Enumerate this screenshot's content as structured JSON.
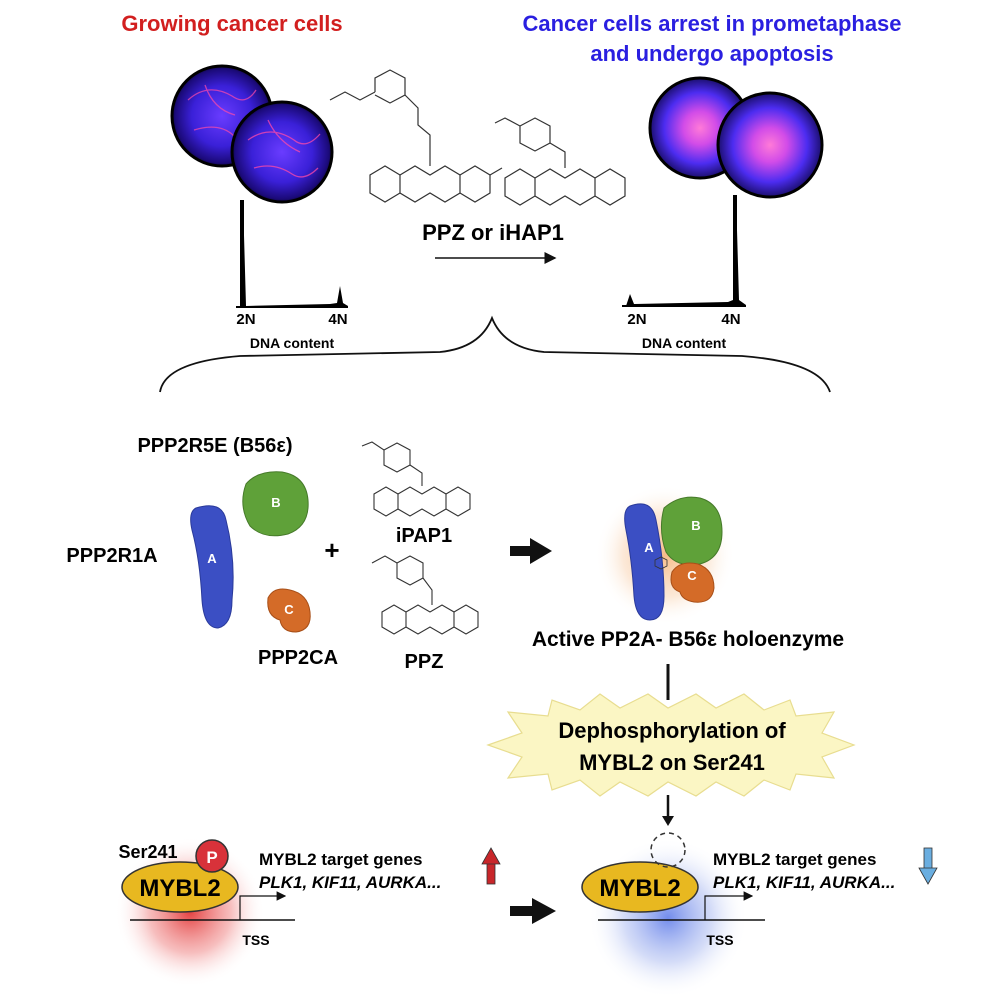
{
  "header": {
    "left_title": "Growing cancer cells",
    "right_title_line1": "Cancer cells arrest in prometaphase",
    "right_title_line2": "and undergo apoptosis"
  },
  "treatment": {
    "label": "PPZ or iHAP1"
  },
  "histograms": {
    "left": {
      "tick_2n": "2N",
      "tick_4n": "4N",
      "xlabel": "DNA content"
    },
    "right": {
      "tick_2n": "2N",
      "tick_4n": "4N",
      "xlabel": "DNA content"
    }
  },
  "complex": {
    "subunit_b_name": "PPP2R5E (B56ε)",
    "subunit_a_name": "PPP2R1A",
    "subunit_c_name": "PPP2CA",
    "letter_a": "A",
    "letter_b": "B",
    "letter_c": "C",
    "plus": "+",
    "compound_1": "iPAP1",
    "compound_2": "PPZ",
    "result": "Active PP2A- B56ε holoenzyme"
  },
  "burst": {
    "line1": "Dephosphorylation of",
    "line2": "MYBL2 on Ser241"
  },
  "bottom_left": {
    "site": "Ser241",
    "phospho": "P",
    "protein": "MYBL2",
    "targets_title": "MYBL2 target genes",
    "targets_list": "PLK1, KIF11, AURKA...",
    "tss": "TSS"
  },
  "bottom_right": {
    "protein": "MYBL2",
    "targets_title": "MYBL2 target genes",
    "targets_list": "PLK1, KIF11, AURKA...",
    "tss": "TSS"
  },
  "colors": {
    "red_title": "#d21f1f",
    "blue_title": "#2a1fe0",
    "subunit_a": "#3b4fc4",
    "subunit_b": "#5fa139",
    "subunit_c": "#d46b28",
    "mybl2": "#e8b820",
    "phospho": "#d8323a",
    "up_arrow": "#c8262a",
    "down_arrow": "#6aaee0",
    "burst": "#fbf6c4"
  }
}
